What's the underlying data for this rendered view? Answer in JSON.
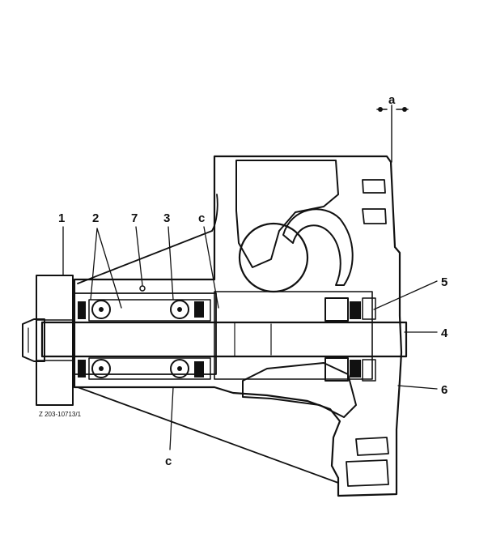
{
  "diagram": {
    "callouts": [
      {
        "id": "1",
        "text": "1"
      },
      {
        "id": "2",
        "text": "2"
      },
      {
        "id": "7",
        "text": "7"
      },
      {
        "id": "3",
        "text": "3"
      },
      {
        "id": "c-top",
        "text": "c"
      },
      {
        "id": "c-bottom",
        "text": "c"
      },
      {
        "id": "5",
        "text": "5"
      },
      {
        "id": "4",
        "text": "4"
      },
      {
        "id": "6",
        "text": "6"
      },
      {
        "id": "a",
        "text": "a"
      }
    ],
    "figure_code": "Z 203-10713/1"
  }
}
